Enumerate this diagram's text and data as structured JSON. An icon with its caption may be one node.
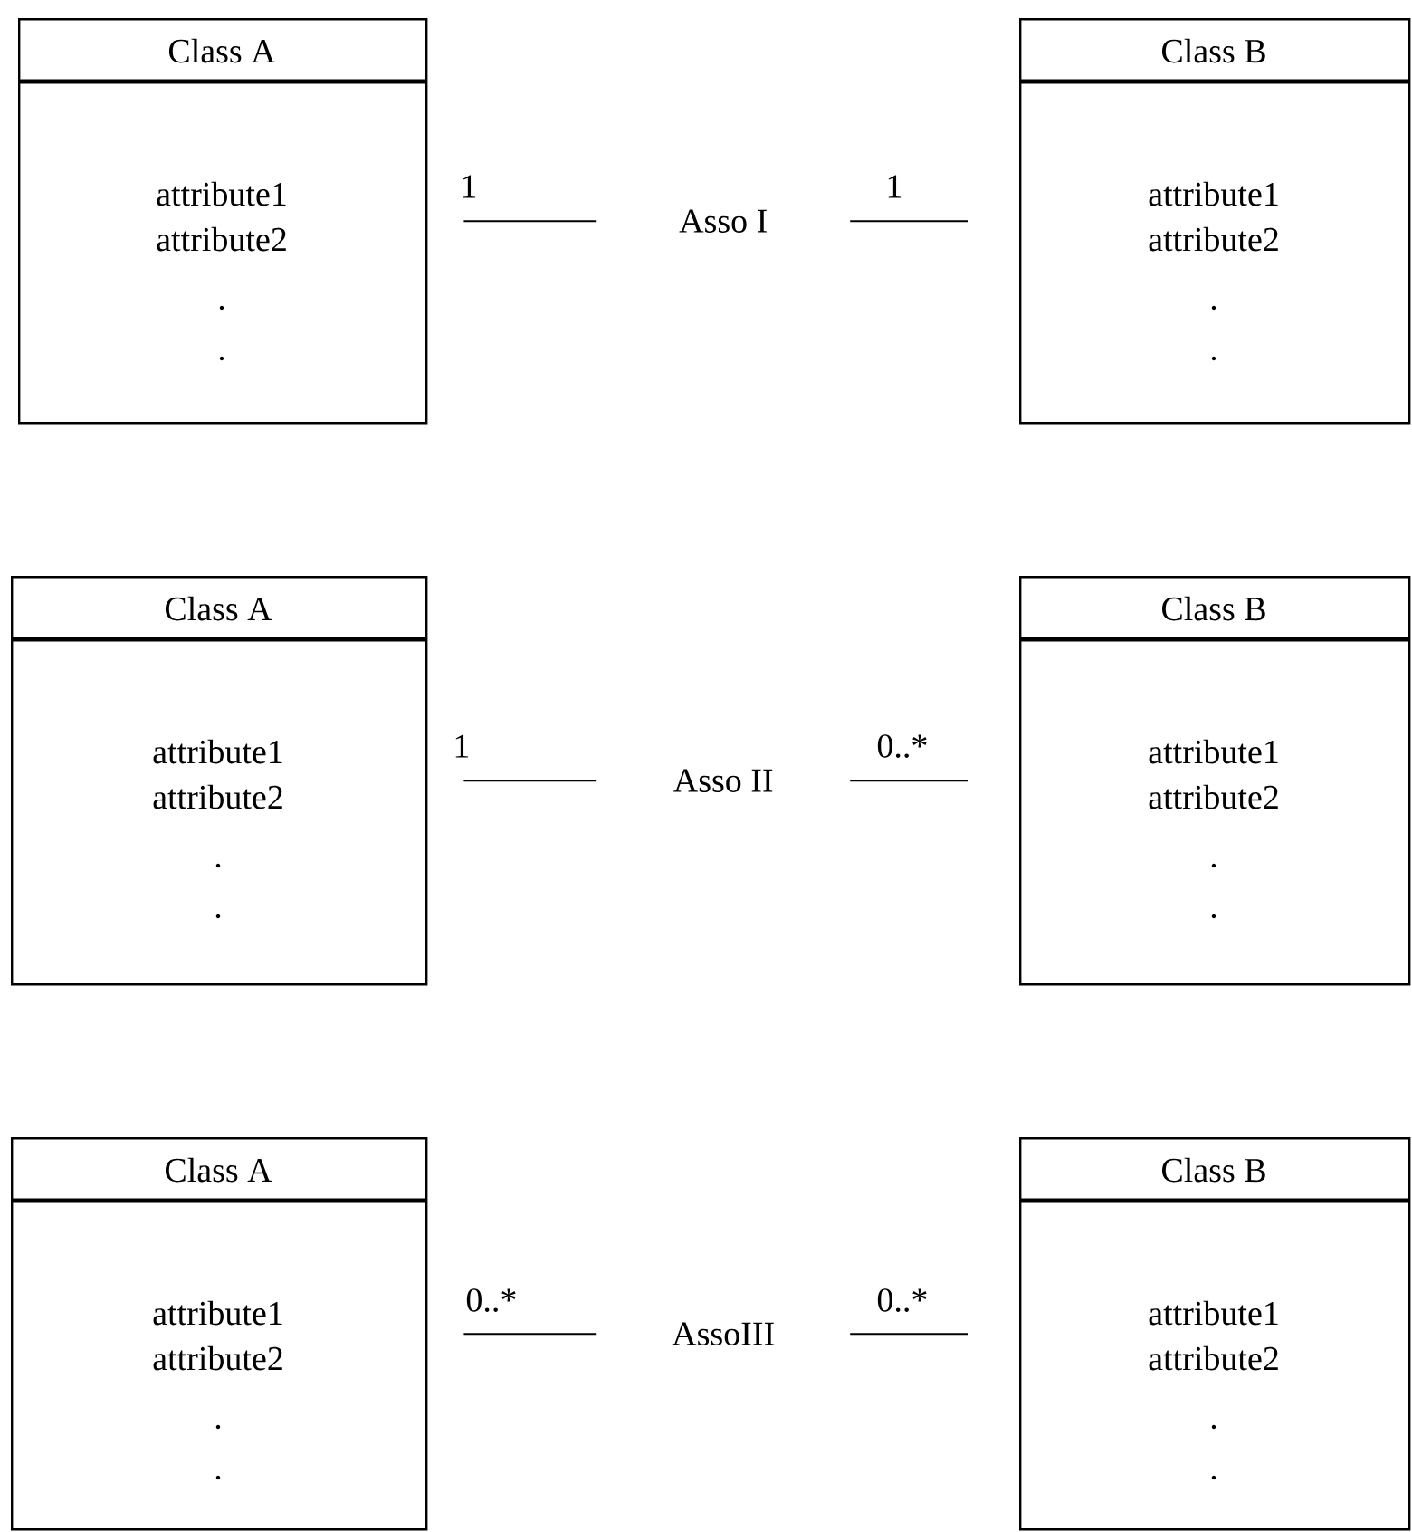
{
  "diagram": {
    "nodes": [
      {
        "text": [
          "Class A",
          "attribute1",
          "attribute2",
          ".",
          "."
        ]
      },
      {
        "text": [
          "Class B",
          "attribute1",
          "attribute2",
          ".",
          "."
        ]
      },
      {
        "text": [
          "Class A",
          "attribute1",
          "attribute2",
          ".",
          "."
        ]
      },
      {
        "text": [
          "Class B",
          "attribute1",
          "attribute2",
          ".",
          "."
        ]
      },
      {
        "text": [
          "Class A",
          "attribute1",
          "attribute2",
          ".",
          "."
        ]
      },
      {
        "text": [
          "Class B",
          "attribute1",
          "attribute2",
          ".",
          "."
        ]
      }
    ],
    "edges": [
      {
        "from": 0,
        "to": 1,
        "arrow": "none",
        "label": "Asso I"
      },
      {
        "from": 2,
        "to": 3,
        "arrow": "none",
        "label": "Asso II"
      },
      {
        "from": 4,
        "to": 5,
        "arrow": "none",
        "label": "AssoIII"
      }
    ],
    "labels": [
      "1",
      "1",
      "1",
      "0..*",
      "0..*",
      "0..*"
    ]
  }
}
